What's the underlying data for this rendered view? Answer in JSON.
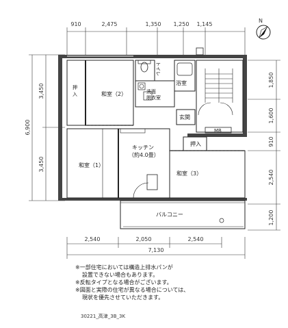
{
  "dims_top": [
    "910",
    "2,475",
    "1,350",
    "1,250",
    "1,145"
  ],
  "dims_left": {
    "total": "6,900",
    "upper": "3,450",
    "lower": "3,450"
  },
  "dims_right": [
    "1,850",
    "1,600",
    "910",
    "2,540",
    "1,200"
  ],
  "dims_bottom": [
    "2,540",
    "2,050",
    "2,540"
  ],
  "dim_bottom_total": "7,130",
  "rooms": {
    "washitsu2": "和室（2）",
    "oshiire_top": "押入",
    "toilet": "トイレ",
    "bath": "浴室",
    "senmen_1": "洗面",
    "senmen_2": "脱衣室",
    "genkan": "玄関",
    "mb": "MB",
    "oshiire_mid": "押入",
    "kitchen_1": "キッチン",
    "kitchen_2": "（約4.0畳）",
    "washitsu1": "和室（1）",
    "washitsu3": "和室（3）",
    "balcony": "バルコニー"
  },
  "north_label": "N",
  "notes": [
    "※一部住宅においては構造上排水パンが",
    "設置できない場合もあります。",
    "※反転タイプとなる場合がございます。",
    "※図面と実際の住宅が異なる場合については、",
    "現状を優先させていただきます。"
  ],
  "code": "30221_高津_3B_3K"
}
